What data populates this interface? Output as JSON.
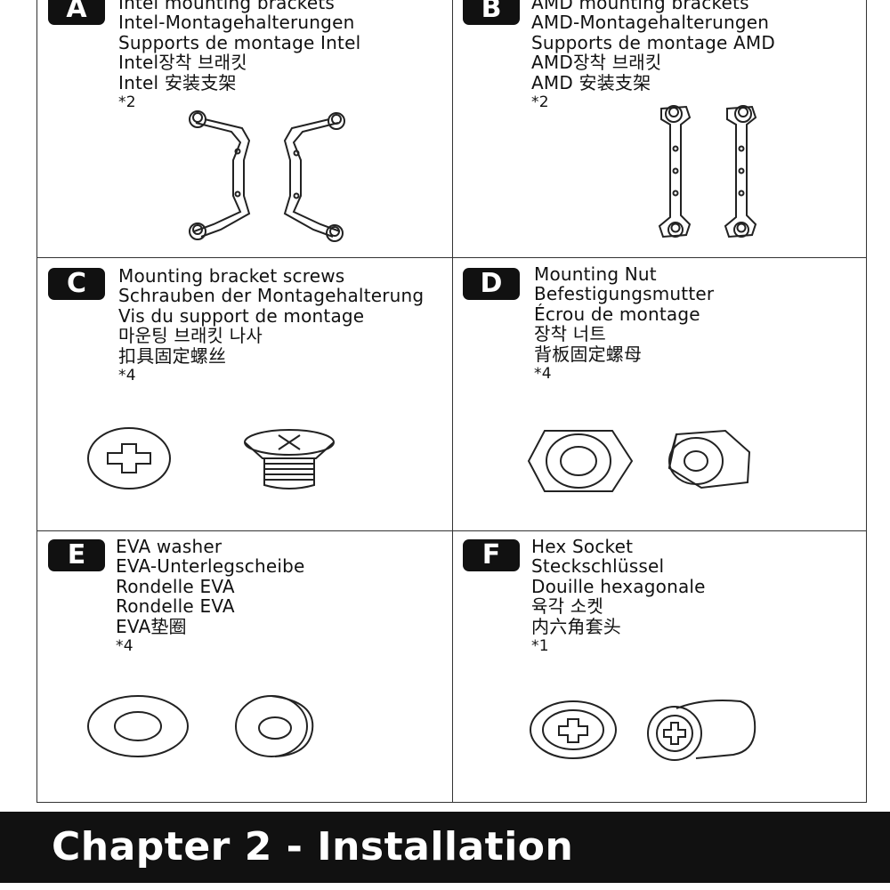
{
  "items": [
    {
      "letter": "A",
      "lines": [
        "Intel mounting brackets",
        "Intel-Montagehalterungen",
        "Supports de montage Intel",
        "Intel장착 브래킷",
        "Intel 安装支架"
      ],
      "qty": "*2",
      "icons": [
        "intel-bracket-left-icon",
        "intel-bracket-right-icon"
      ]
    },
    {
      "letter": "B",
      "lines": [
        "AMD mounting brackets",
        "AMD-Montagehalterungen",
        "Supports de montage AMD",
        "AMD장착 브래킷",
        "AMD 安装支架"
      ],
      "qty": "*2",
      "icons": [
        "amd-bracket-left-icon",
        "amd-bracket-right-icon"
      ]
    },
    {
      "letter": "C",
      "lines": [
        "Mounting bracket screws",
        "Schrauben der Montagehalterung",
        "Vis du support de montage",
        "마운팅 브래킷 나사",
        "扣具固定螺丝"
      ],
      "qty": "*4",
      "icons": [
        "screw-head-top-icon",
        "screw-side-icon"
      ]
    },
    {
      "letter": "D",
      "lines": [
        "Mounting Nut",
        "Befestigungsmutter",
        "Écrou de montage",
        "장착 너트",
        "背板固定螺母"
      ],
      "qty": "*4",
      "icons": [
        "hex-nut-top-icon",
        "hex-nut-angled-icon"
      ]
    },
    {
      "letter": "E",
      "lines": [
        "EVA washer",
        "EVA-Unterlegscheibe",
        "Rondelle EVA",
        "Rondelle EVA",
        "EVA垫圈"
      ],
      "qty": "*4",
      "icons": [
        "washer-top-icon",
        "washer-angled-icon"
      ]
    },
    {
      "letter": "F",
      "lines": [
        "Hex Socket",
        "Steckschlüssel",
        "Douille hexagonale",
        "육각 소켓",
        "内六角套头"
      ],
      "qty": "*1",
      "icons": [
        "hex-socket-top-icon",
        "hex-socket-angled-icon"
      ]
    }
  ],
  "footer": {
    "title": "Chapter 2 - Installation"
  },
  "colors": {
    "ink": "#111111",
    "paper": "#ffffff"
  }
}
